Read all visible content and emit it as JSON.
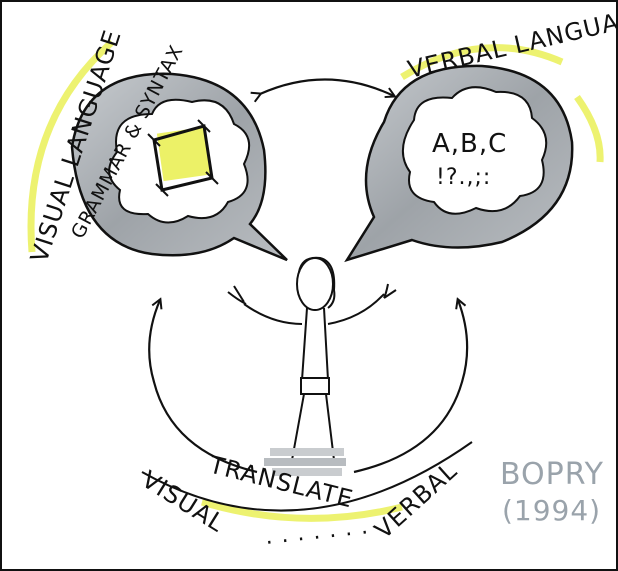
{
  "labels": {
    "visual_language": "VISUAL LANGUAGE",
    "grammar_syntax": "GRAMMAR & SYNTAX",
    "verbal_language": "VERBAL LANGUAGE",
    "letters_abc": "A,B,C",
    "punctuation": "!?.,;:",
    "translate": "TRANSLATE",
    "visual": "VISUAL",
    "dots": ". . . . . . .",
    "verbal": "VERBAL",
    "credit_name": "BOPRY",
    "credit_year": "(1994)"
  },
  "colors": {
    "ink": "#111111",
    "bubble_gray": "#9ea3a8",
    "highlight": "#e9ef4c",
    "credit": "#9aa3ab"
  },
  "icons": [
    "square-frame-icon",
    "person-figure-icon",
    "arrow-icon"
  ]
}
